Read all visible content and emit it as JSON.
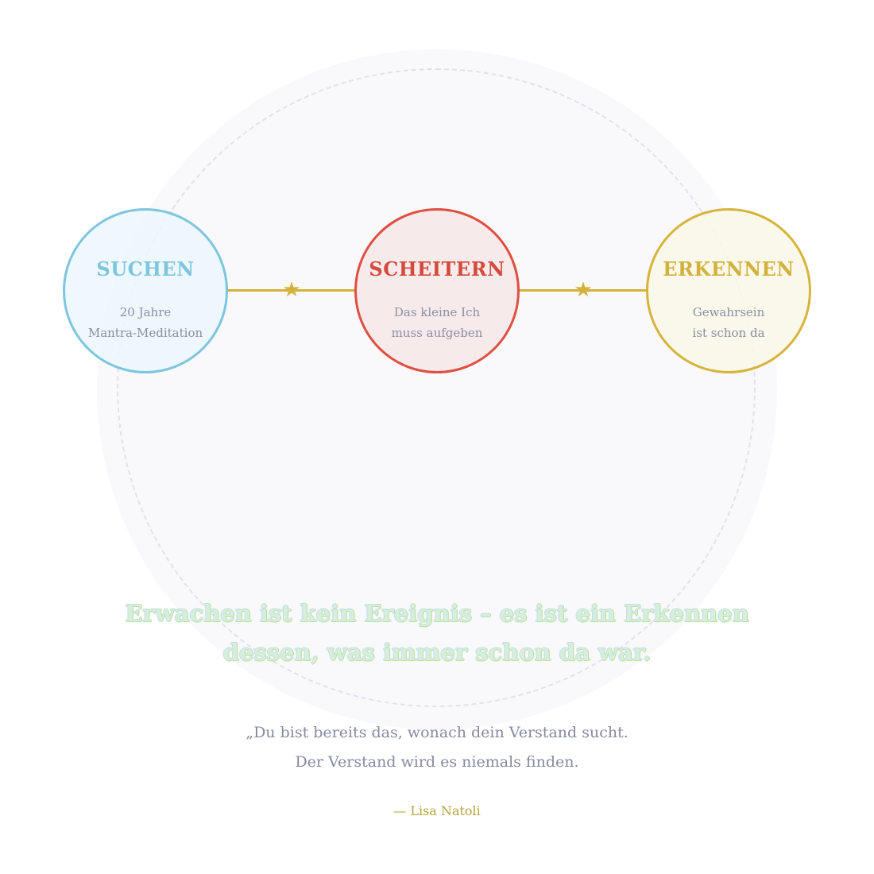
{
  "colors": {
    "halo": "#f9f9fc",
    "connector": "#d4b23a",
    "suchen": "#7ec6de",
    "scheitern": "#df4f42",
    "erkennen": "#d6b43c",
    "muted_text": "#8a8fa3",
    "author": "#b2a53a"
  },
  "connector_icon": "star-icon",
  "stages": [
    {
      "title": "SUCHEN",
      "line1": "20 Jahre",
      "line2": "Mantra-Meditation"
    },
    {
      "title": "SCHEITERN",
      "line1": "Das kleine Ich",
      "line2": "muss aufgeben"
    },
    {
      "title": "ERKENNEN",
      "line1": "Gewahrsein",
      "line2": "ist schon da"
    }
  ],
  "headline": {
    "line1": "Erwachen ist kein Ereignis – es ist ein Erkennen",
    "line2": "dessen, was immer schon da war."
  },
  "quote": {
    "line1": "„Du bist bereits das, wonach dein Verstand sucht.",
    "line2": "Der Verstand wird es niemals finden."
  },
  "author": "— Lisa Natoli"
}
